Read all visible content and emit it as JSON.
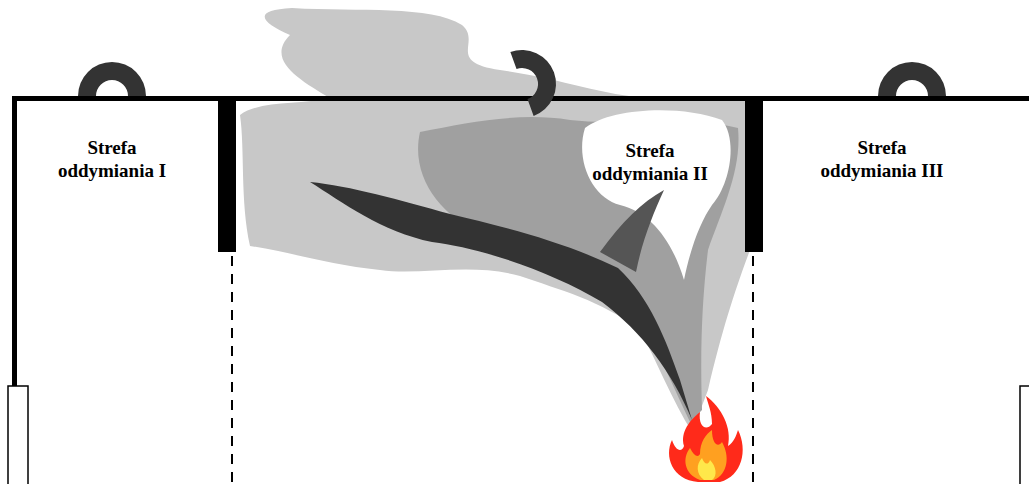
{
  "diagram": {
    "labels": [
      "Strefa oddymiania I",
      "Strefa oddymiania II",
      "Strefa oddymiania III"
    ]
  }
}
